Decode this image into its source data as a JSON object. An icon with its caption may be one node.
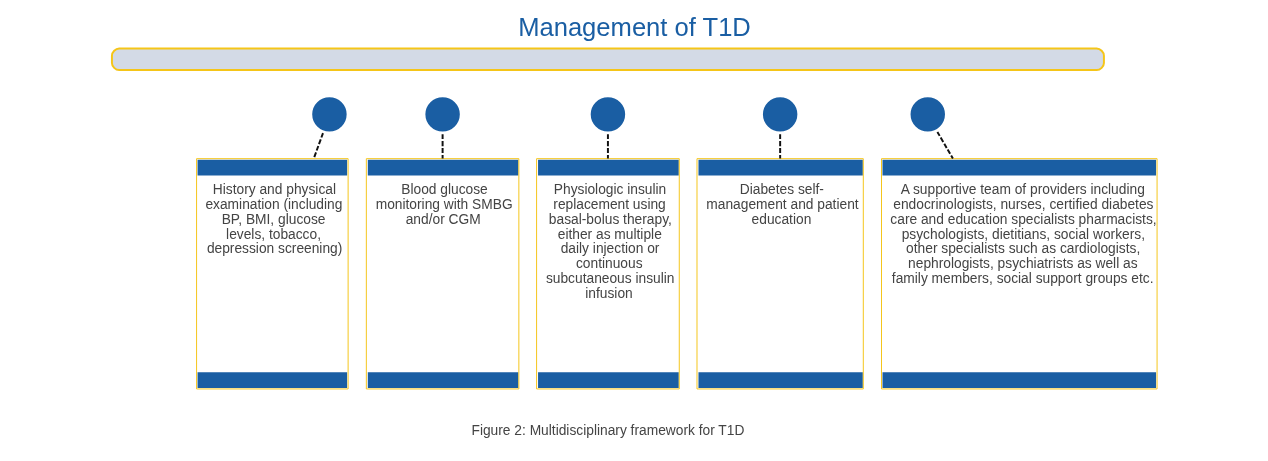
{
  "diagram": {
    "title": "Management of T1D",
    "caption": "Figure 2: Multidisciplinary framework for T1D",
    "nodes": [
      {
        "text": [],
        "shape": "bar"
      },
      {
        "text": [],
        "shape": "circle"
      },
      {
        "text": [],
        "shape": "circle"
      },
      {
        "text": [],
        "shape": "circle"
      },
      {
        "text": [],
        "shape": "circle"
      },
      {
        "text": [],
        "shape": "circle"
      },
      {
        "text": [
          "History and physical examination (including BP, BMI, glucose levels, tobacco, depression screening)"
        ]
      },
      {
        "text": [
          "Blood glucose monitoring with SMBG and/or CGM"
        ]
      },
      {
        "text": [
          "Physiologic insulin replacement using basal-bolus therapy, either as multiple daily injection or continuous subcutaneous insulin infusion"
        ]
      },
      {
        "text": [
          "Diabetes self-management and patient education"
        ]
      },
      {
        "text": [
          "A supportive team of providers including endocrinologists, nurses, certified diabetes care and education specialists pharmacists, psychologists, dietitians, social workers, other specialists such as cardiologists, nephrologists, psychiatrists as well as family members, social support groups etc."
        ]
      }
    ],
    "edges": [
      {
        "from": 1,
        "to": 6,
        "arrow": "none",
        "style": "dashed"
      },
      {
        "from": 2,
        "to": 7,
        "arrow": "none",
        "style": "dashed"
      },
      {
        "from": 3,
        "to": 8,
        "arrow": "none",
        "style": "dashed"
      },
      {
        "from": 4,
        "to": 9,
        "arrow": "none",
        "style": "dashed"
      },
      {
        "from": 5,
        "to": 10,
        "arrow": "none",
        "style": "dashed"
      }
    ]
  }
}
